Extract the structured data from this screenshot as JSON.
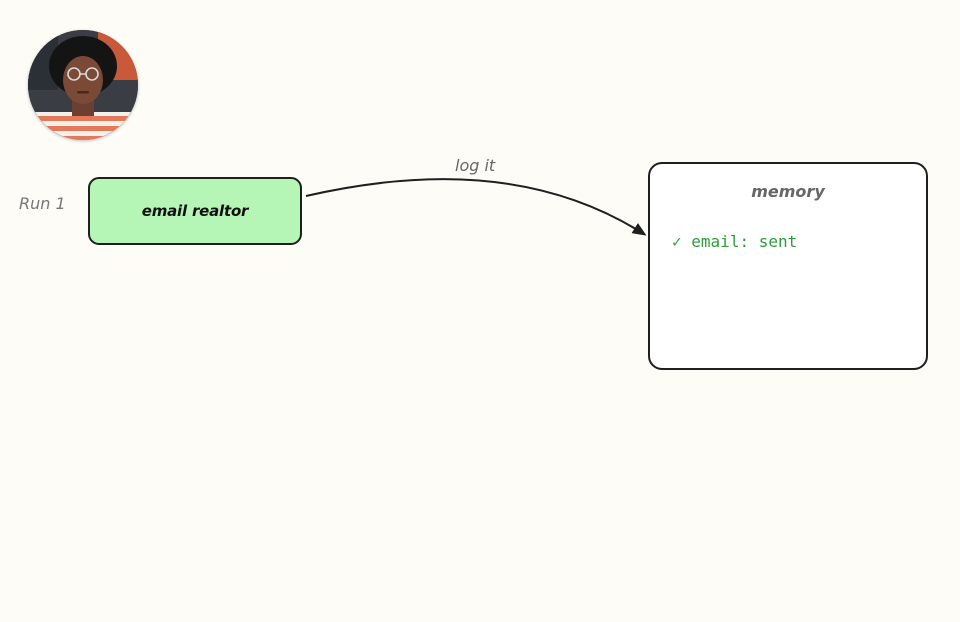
{
  "run": {
    "label": "Run 1"
  },
  "step": {
    "label": "email realtor"
  },
  "connector": {
    "label": "log it"
  },
  "memory": {
    "title": "memory",
    "entries": [
      {
        "check": "✓",
        "text": "email: sent"
      }
    ]
  },
  "colors": {
    "background": "#fdfcf7",
    "step_fill": "#b5f5b5",
    "outline": "#1f1f1f",
    "memory_entry": "#2b9e3a",
    "muted_text": "#666666"
  },
  "icons": {
    "avatar": "presenter-webcam-avatar",
    "arrow": "arrow-right-icon",
    "check": "check-icon"
  }
}
